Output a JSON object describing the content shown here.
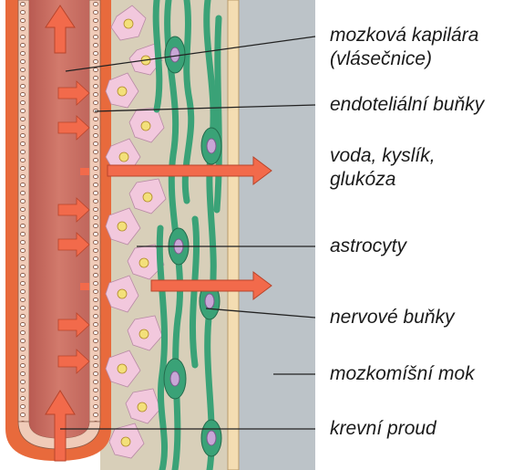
{
  "labels": {
    "capillary_line1": "mozková kapilára",
    "capillary_line2": "(vlásečnice)",
    "endothelial": "endoteliální buňky",
    "substances_line1": "voda, kyslík,",
    "substances_line2": "glukóza",
    "astrocytes": "astrocyty",
    "neurons": "nervové buňky",
    "csf": "mozkomíšní mok",
    "bloodstream": "krevní proud"
  },
  "colors": {
    "capillary_wall": "#e86a3c",
    "blood": "#c96a5e",
    "endothelium": "#f0cbb8",
    "astrocyte": "#f2c8dd",
    "astrocyte_nucleus": "#f3e07a",
    "neuron": "#3aa277",
    "neuron_nucleus": "#c8a6d6",
    "tissue_bg": "#d8cfb9",
    "membrane": "#f4ddb2",
    "csf": "#bcc3c8",
    "arrow": "#f26a4b",
    "leader_line": "#222222"
  }
}
